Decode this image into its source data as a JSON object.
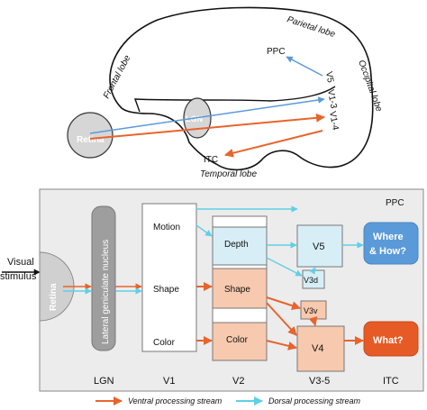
{
  "brain": {
    "frontal_lobe": "Frontal lobe",
    "parietal_lobe": "Parietal lobe",
    "occipital_lobe": "Occipital lobe",
    "temporal_lobe": "Temporal lobe",
    "retina": "Retina",
    "lgn": "LGN",
    "ppc": "PPC",
    "itc": "ITC",
    "v5": "V5",
    "v1_3": "V1-3",
    "v1_4": "V1-4"
  },
  "pathway": {
    "visual_stimulus_line1": "Visual",
    "visual_stimulus_line2": "stimulus",
    "retina": "Retina",
    "lgn_full": "Lateral geniculate nucleus",
    "v1_items": [
      "Motion",
      "Shape",
      "Color"
    ],
    "v2_items": [
      "Depth",
      "Shape",
      "Color"
    ],
    "v5": "V5",
    "v3d": "V3d",
    "v3v": "V3v",
    "v4": "V4",
    "where_line1": "Where",
    "where_line2": "& How?",
    "what": "What?",
    "ppc": "PPC",
    "columns": [
      "LGN",
      "V1",
      "V2",
      "V3-5",
      "ITC"
    ]
  },
  "legend": {
    "ventral": "Ventral processing stream",
    "dorsal": "Dorsal processing stream"
  },
  "colors": {
    "ventral": "#e8642c",
    "dorsal": "#5fd0e6",
    "where_box": "#5b9ad9",
    "what_box": "#e65a25",
    "panel_bg": "#ececec",
    "dorsal_box": "#d7eef6",
    "ventral_box": "#f7c9ae",
    "neutral_box": "#ffffff",
    "brain_arrow_blue": "#5b9ad9"
  }
}
